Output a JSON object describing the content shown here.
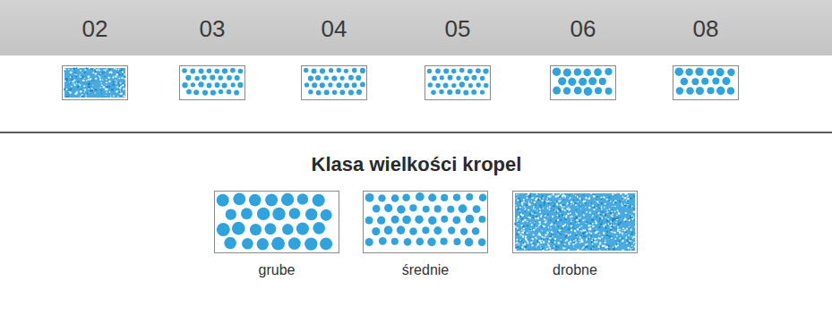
{
  "diagram": {
    "title": "Klasa wielkości kropel",
    "labels": [
      "02",
      "03",
      "04",
      "05",
      "06",
      "08"
    ],
    "legend": [
      {
        "text": "grube"
      },
      {
        "text": "średnie"
      },
      {
        "text": "drobne"
      }
    ]
  }
}
